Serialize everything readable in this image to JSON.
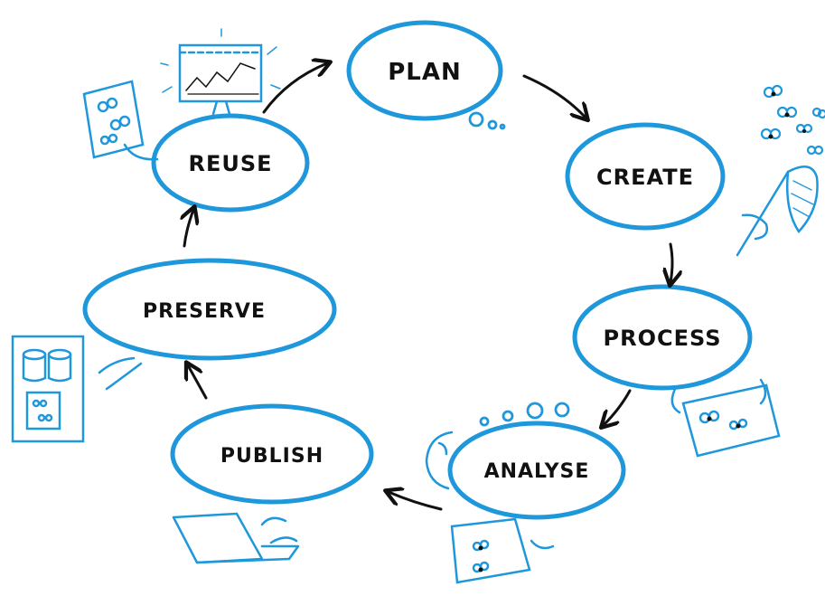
{
  "stages": [
    {
      "id": "plan",
      "label": "PLAN"
    },
    {
      "id": "create",
      "label": "CREATE"
    },
    {
      "id": "process",
      "label": "PROCESS"
    },
    {
      "id": "analyse",
      "label": "ANALYSE"
    },
    {
      "id": "publish",
      "label": "PUBLISH"
    },
    {
      "id": "preserve",
      "label": "PRESERVE"
    },
    {
      "id": "reuse",
      "label": "REUSE"
    }
  ],
  "colors": {
    "ellipse_stroke": "#1f97db",
    "arrow": "#111111",
    "sketch": "#1f97db",
    "text": "#111111"
  },
  "icons": [
    "chart-board-icon",
    "butterfly-paper-icon",
    "butterfly-swarm-icon",
    "butterfly-net-icon",
    "specimen-sheet-icon",
    "thought-bubble-icon",
    "laptop-icon",
    "storage-cabinet-icon"
  ]
}
